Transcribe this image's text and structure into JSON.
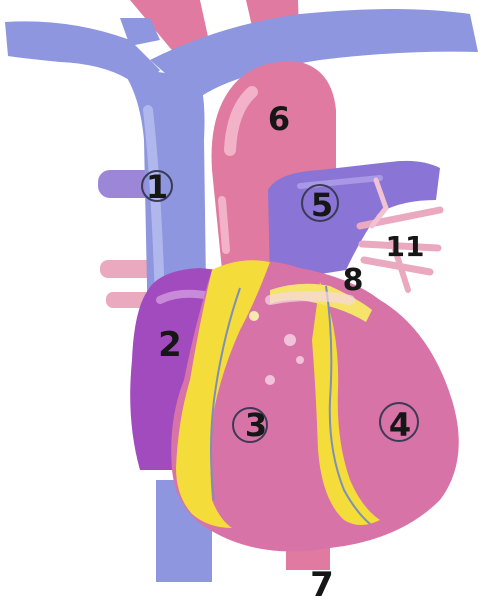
{
  "labels": {
    "l1": "1",
    "l2": "2",
    "l3": "3",
    "l4": "4",
    "l5": "5",
    "l6": "6",
    "l7": "7",
    "l8": "8",
    "l11": "11"
  },
  "colors": {
    "vein_blue": "#8d96de",
    "vein_blue_light": "#b8bff0",
    "artery_pink": "#e07aa0",
    "artery_pink_light": "#f2b3c8",
    "atrium_purple": "#a14bbf",
    "atrium_purple_light": "#c98ad9",
    "ventricle_pink": "#d873a8",
    "fat_yellow": "#f4dc3a",
    "pulmonary_violet": "#8a74d6",
    "background": "#ffffff",
    "ink": "#161616"
  }
}
